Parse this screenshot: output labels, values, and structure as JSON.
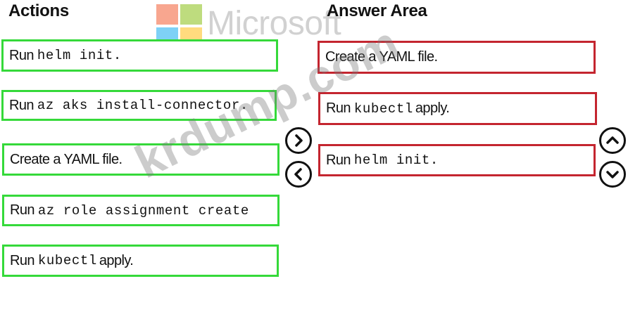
{
  "headings": {
    "actions": "Actions",
    "answer_area": "Answer Area"
  },
  "actions": [
    {
      "prefix": "Run",
      "code": "helm init.",
      "suffix": ""
    },
    {
      "prefix": "Run",
      "code": "az aks install-connector.",
      "suffix": ""
    },
    {
      "prefix": "Create a YAML file.",
      "code": "",
      "suffix": ""
    },
    {
      "prefix": "Run",
      "code": "az role assignment create",
      "suffix": ""
    },
    {
      "prefix": "Run",
      "code": "kubectl",
      "suffix": "apply."
    }
  ],
  "answers": [
    {
      "prefix": "Create a YAML file.",
      "code": "",
      "suffix": ""
    },
    {
      "prefix": "Run",
      "code": "kubectl",
      "suffix": "apply."
    },
    {
      "prefix": "Run",
      "code": "helm init.",
      "suffix": ""
    }
  ],
  "controls": {
    "move_right": "chevron-right-icon",
    "move_left": "chevron-left-icon",
    "move_up": "chevron-up-icon",
    "move_down": "chevron-down-icon"
  },
  "watermarks": {
    "brand": "Microsoft",
    "site": "krdump.com"
  },
  "colors": {
    "action_border": "#35d93a",
    "answer_border": "#c4252f",
    "ms_red": "#f25022",
    "ms_green": "#7fba00",
    "ms_blue": "#00a4ef",
    "ms_yellow": "#ffb900"
  }
}
